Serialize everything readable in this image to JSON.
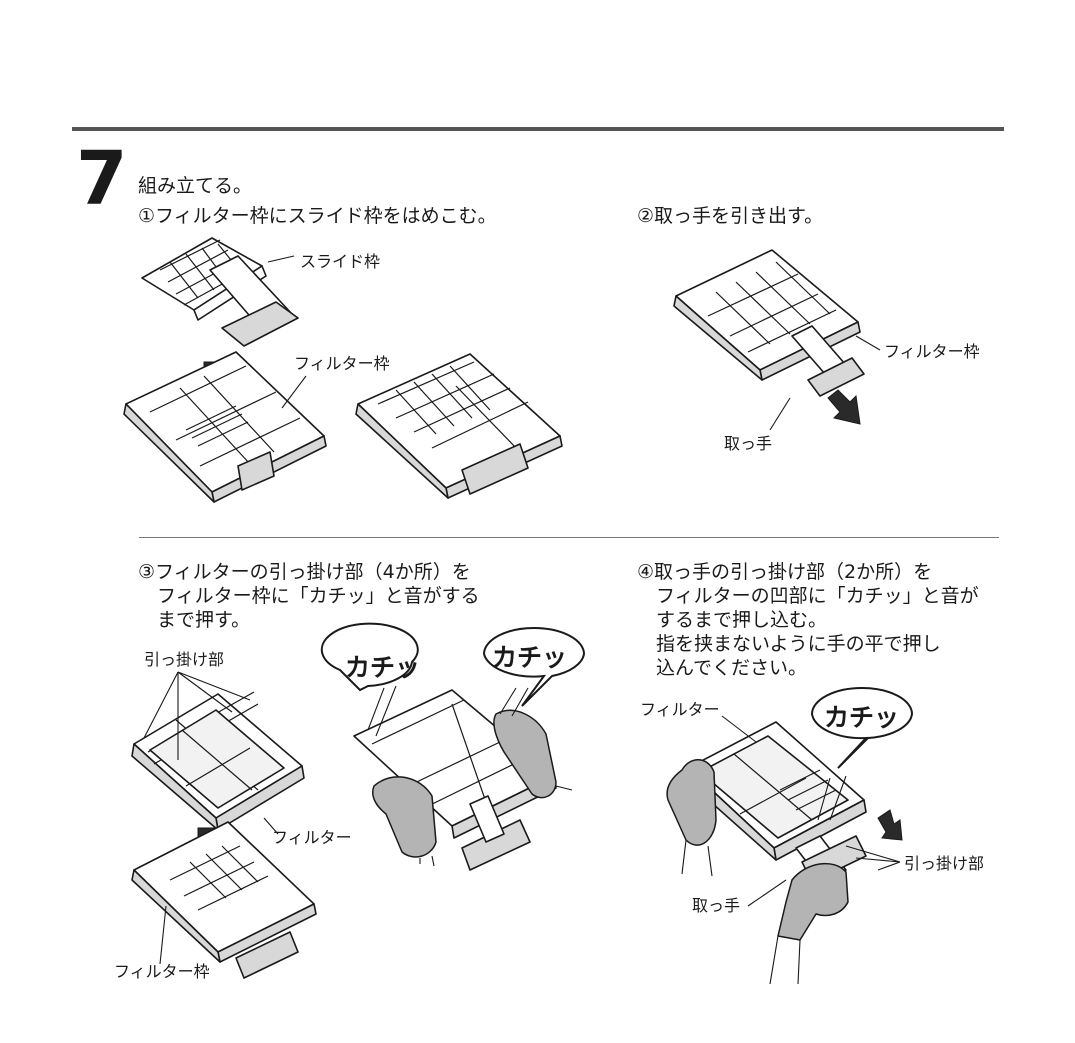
{
  "step": {
    "number": "7",
    "title": "組み立てる。"
  },
  "sub1": {
    "text": "①フィルター枠にスライド枠をはめこむ。",
    "label_slide_frame": "スライド枠",
    "label_filter_frame": "フィルター枠"
  },
  "sub2": {
    "text": "②取っ手を引き出す。",
    "label_filter_frame": "フィルター枠",
    "label_handle": "取っ手"
  },
  "sub3": {
    "lines": [
      "③フィルターの引っ掛け部（4か所）を",
      "フィルター枠に「カチッ」と音がする",
      "まで押す。"
    ],
    "label_hook": "引っ掛け部",
    "label_filter": "フィルター",
    "label_filter_frame": "フィルター枠",
    "click_sound": "カチッ"
  },
  "sub4": {
    "lines": [
      "④取っ手の引っ掛け部（2か所）を",
      "フィルターの凹部に「カチッ」と音が",
      "するまで押し込む。",
      "指を挟まないように手の平で押し",
      "込んでください。"
    ],
    "label_filter": "フィルター",
    "label_hook": "引っ掛け部",
    "label_handle": "取っ手",
    "click_sound": "カチッ"
  }
}
